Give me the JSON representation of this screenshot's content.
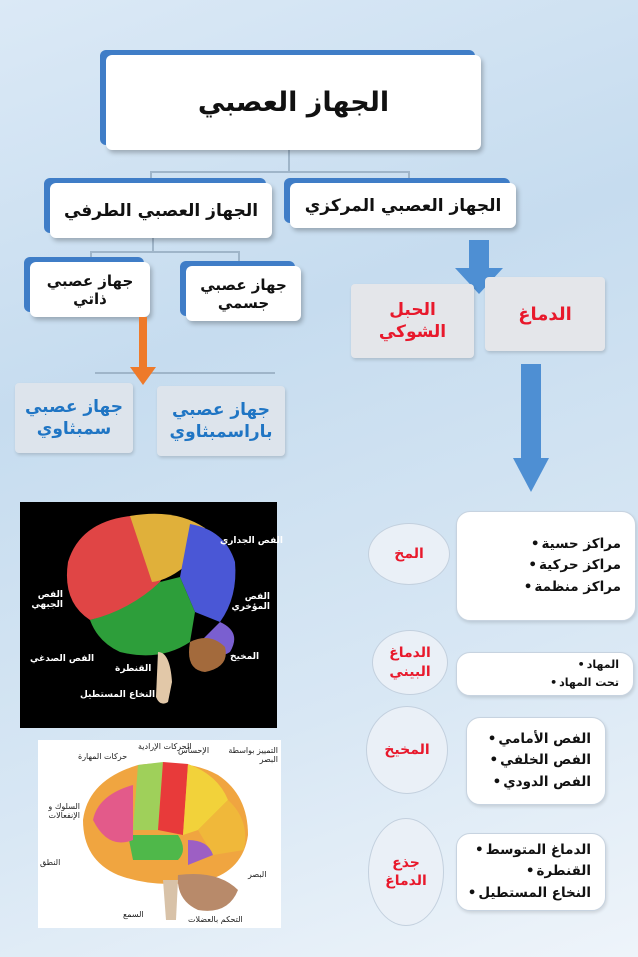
{
  "root": "الجهاز العصبي",
  "central": "الجهاز العصبي المركزي",
  "peripheral": "الجهاز العصبي الطرفي",
  "somatic": "جهاز عصبي جسمي",
  "autonomic": "جهاز عصبي ذاتي",
  "sympathetic": "جهاز عصبي سمبثاوي",
  "parasympathetic": "جهاز عصبي باراسمبثاوي",
  "brain": "الدماغ",
  "spinal_cord": "الحبل الشوكي",
  "sections": [
    {
      "name": "المخ",
      "items": [
        "مراكز حسية",
        "مراكز حركية",
        "مراكز منظمة"
      ]
    },
    {
      "name": "الدماغ البيني",
      "items": [
        "المهاد",
        "تحت المهاد"
      ]
    },
    {
      "name": "المخيخ",
      "items": [
        "الفص الأمامي",
        "الفص الخلفي",
        "الفص الدودي"
      ]
    },
    {
      "name": "جذع الدماغ",
      "items": [
        "الدماغ المتوسط",
        "القنطرة",
        "النخاع المستطيل"
      ]
    }
  ],
  "brain1_labels": {
    "parietal": "الفص الجداري",
    "frontal": "الفص الجبهي",
    "occipital": "الفص المؤخري",
    "temporal": "الفص الصدغي",
    "cerebellum": "المخيخ",
    "pons": "القنطرة",
    "medulla": "النخاع المستطيل"
  },
  "brain2_labels": {
    "sensation": "الإحساس",
    "motor": "الحركات الإرادية",
    "skill": "حركات المهارة",
    "vision_interp": "التمييز بواسطة البصر",
    "behavior": "السلوك و الإنفعالات",
    "speech": "النطق",
    "hearing": "السمع",
    "vision": "البصر",
    "muscle": "التحكم بالعضلات"
  },
  "colors": {
    "accent_blue": "#3f7dc7",
    "red": "#e8192c",
    "text_blue": "#1f75c4",
    "orange": "#ee7a2a"
  }
}
